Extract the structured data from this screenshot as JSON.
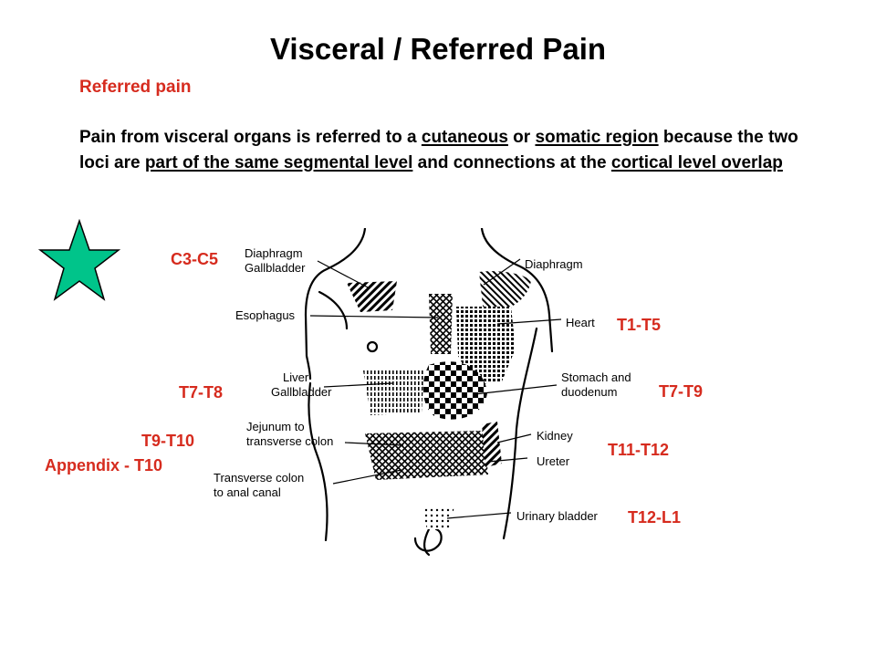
{
  "slide": {
    "title": "Visceral / Referred Pain",
    "subtitle": "Referred pain",
    "body": {
      "t1": "Pain from visceral organs is referred to a ",
      "u1": "cutaneous",
      "t2": " or ",
      "u2": "somatic region",
      "t3": " because the two loci are ",
      "u3": "part of the same segmental level",
      "t4": " and connections at the ",
      "u4": "cortical level overlap"
    }
  },
  "colors": {
    "accent_red": "#d62b1e",
    "star_fill": "#00c48a"
  },
  "figure": {
    "labels": {
      "diaphragm_gallbladder": "Diaphragm\nGallbladder",
      "diaphragm": "Diaphragm",
      "esophagus": "Esophagus",
      "heart": "Heart",
      "liver_gallbladder": "Liver\nGallbladder",
      "stomach_duodenum": "Stomach and\nduodenum",
      "jejunum": "Jejunum to\ntransverse colon",
      "kidney": "Kidney",
      "ureter": "Ureter",
      "transverse_colon": "Transverse colon\nto anal canal",
      "urinary_bladder": "Urinary bladder"
    }
  },
  "segments": {
    "c3_c5": "C3-C5",
    "t1_t5": "T1-T5",
    "t7_t8": "T7-T8",
    "t7_t9": "T7-T9",
    "t9_t10": "T9-T10",
    "appendix": "Appendix - T10",
    "t11_t12": "T11-T12",
    "t12_l1": "T12-L1"
  }
}
